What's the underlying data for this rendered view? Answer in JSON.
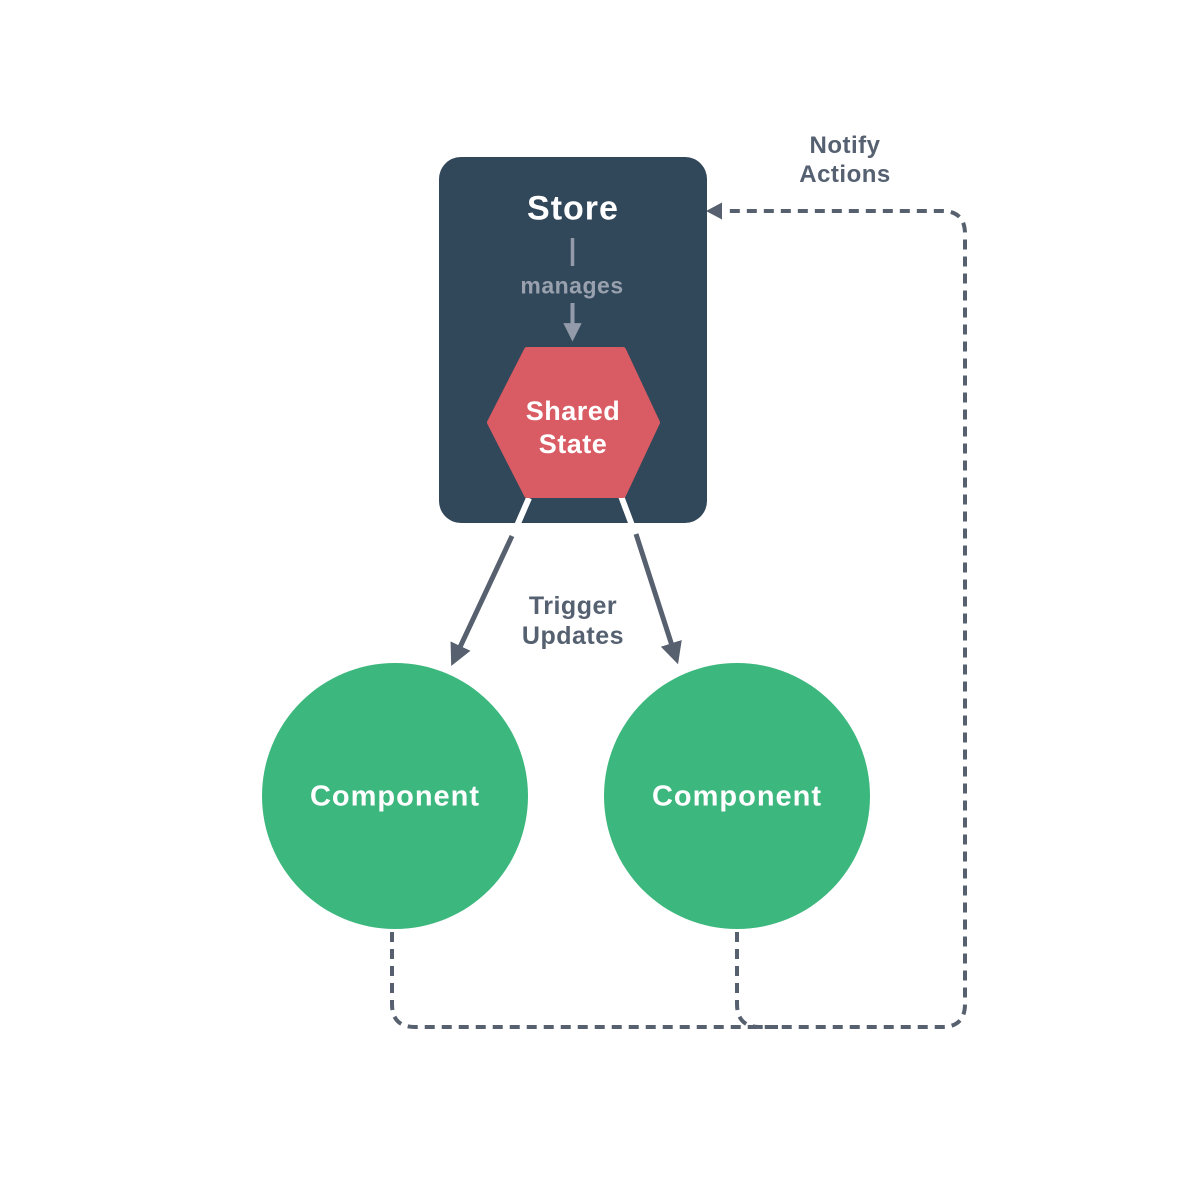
{
  "diagram": {
    "kind": "state-management-flow",
    "store": {
      "label": "Store",
      "relation_label": "manages"
    },
    "shared_state": {
      "label": "Shared\nState"
    },
    "components": [
      {
        "label": "Component"
      },
      {
        "label": "Component"
      }
    ],
    "edges": {
      "trigger_label": "Trigger\nUpdates",
      "notify_label": "Notify\nActions"
    }
  },
  "colors": {
    "background": "#ffffff",
    "store_box": "#31485b",
    "shared_state_red": "#d95b63",
    "component_green": "#3cb77d",
    "muted_gray": "#939baa",
    "slate": "#57606f",
    "white": "#ffffff"
  }
}
